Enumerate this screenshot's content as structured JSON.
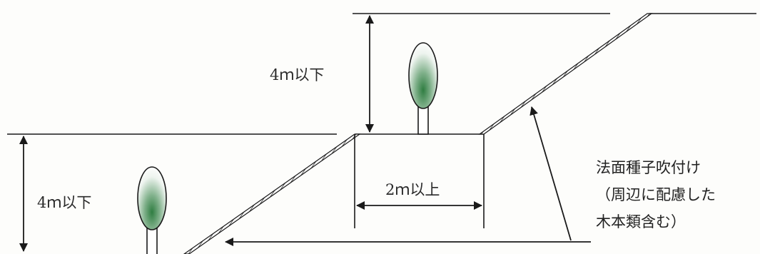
{
  "labels": {
    "height_upper": "4ｍ以下",
    "height_lower": "4ｍ以下",
    "berm_width": "2ｍ以上"
  },
  "note": {
    "line1": "法面種子吹付け",
    "line2": "（周辺に配慮した",
    "line3": "木本類含む）"
  },
  "colors": {
    "line": "#1a1a1a",
    "foliage": "#3f8a4f",
    "background": "#fdfdfb"
  }
}
